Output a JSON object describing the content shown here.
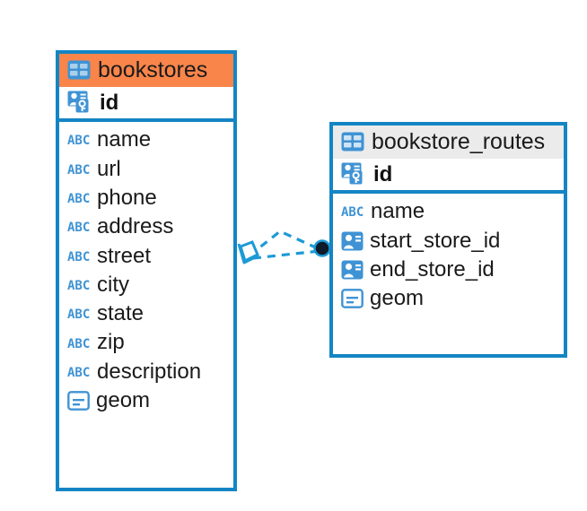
{
  "diagram": {
    "type": "entity-relationship-diagram",
    "colors": {
      "entity_border": "#1485c4",
      "header_accent": "#f9854a",
      "header_plain": "#ebebeb",
      "icon_blue": "#3f93d4",
      "connector": "#1c9ad6",
      "endpoint_fill": "#0d1b2a",
      "text": "#1a1a1a",
      "canvas": "#ffffff"
    },
    "entities": [
      {
        "name": "bookstores",
        "header_style": "accent",
        "table_icon": "table-icon",
        "primary_key": {
          "label": "id",
          "icon": "primary-key-icon"
        },
        "columns": [
          {
            "label": "name",
            "icon": "text-type-icon"
          },
          {
            "label": "url",
            "icon": "text-type-icon"
          },
          {
            "label": "phone",
            "icon": "text-type-icon"
          },
          {
            "label": "address",
            "icon": "text-type-icon"
          },
          {
            "label": "street",
            "icon": "text-type-icon"
          },
          {
            "label": "city",
            "icon": "text-type-icon"
          },
          {
            "label": "state",
            "icon": "text-type-icon"
          },
          {
            "label": "zip",
            "icon": "text-type-icon"
          },
          {
            "label": "description",
            "icon": "text-type-icon"
          },
          {
            "label": "geom",
            "icon": "geometry-type-icon"
          }
        ]
      },
      {
        "name": "bookstore_routes",
        "header_style": "plain",
        "table_icon": "table-icon",
        "primary_key": {
          "label": "id",
          "icon": "primary-key-icon"
        },
        "columns": [
          {
            "label": "name",
            "icon": "text-type-icon"
          },
          {
            "label": "start_store_id",
            "icon": "foreign-key-icon"
          },
          {
            "label": "end_store_id",
            "icon": "foreign-key-icon"
          },
          {
            "label": "geom",
            "icon": "geometry-type-icon"
          }
        ]
      }
    ],
    "relationship": {
      "source_marker": "crows-foot-diamond-icon",
      "target_marker": "filled-circle-endpoint-icon",
      "line_style": "dashed"
    }
  }
}
